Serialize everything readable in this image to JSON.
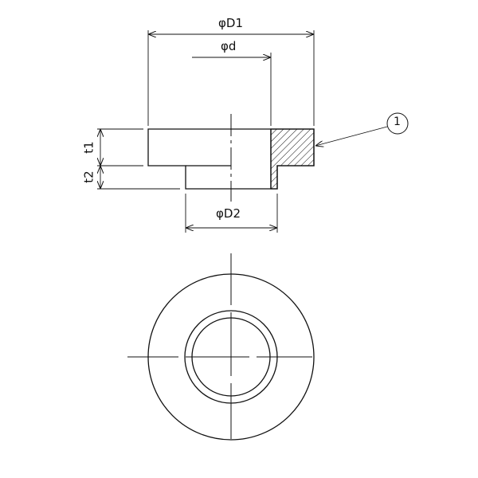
{
  "labels": {
    "outer_diameter": "φD1",
    "inner_diameter": "φd",
    "hub_diameter": "φD2",
    "flange_thickness": "t1",
    "hub_thickness": "t2",
    "balloon": "1"
  },
  "colors": {
    "line": "#111111",
    "background": "#ffffff"
  }
}
